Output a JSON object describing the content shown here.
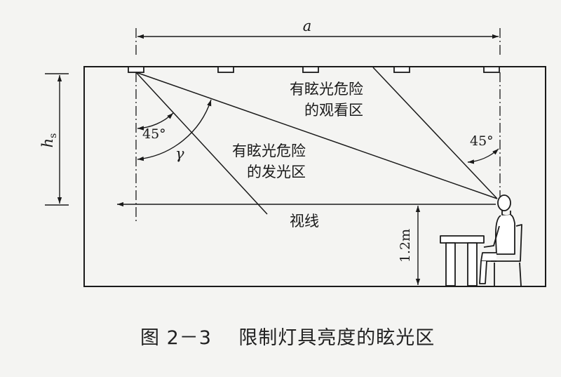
{
  "labels": {
    "width_dim": "a",
    "height_dim": "h",
    "height_dim_sub": "s",
    "angle_left_45": "45°",
    "angle_right_45": "45°",
    "angle_gamma": "γ",
    "viewing_zone_line1": "有眩光危险",
    "viewing_zone_line2": "的观看区",
    "emitting_zone_line1": "有眩光危险",
    "emitting_zone_line2": "的发光区",
    "sight_line": "视线",
    "eye_height": "1.2m"
  },
  "caption": "图 2－3    限制灯具亮度的眩光区"
}
